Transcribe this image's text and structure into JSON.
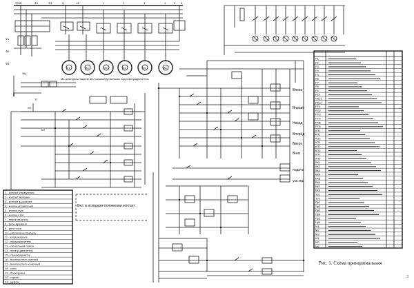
{
  "top_labels": [
    "220В",
    "Ф1",
    "Ф3",
    "Q",
    "1Ф",
    "1",
    "2",
    "3",
    "4",
    "5",
    "6"
  ],
  "motor_labels": [
    "M1",
    "M2",
    "M3",
    "M4",
    "M5",
    "M6"
  ],
  "motor_group_caption": "М1 шпиндель/подъём Ш1/ток/шпиндель/насос ход/электродвигатель",
  "left_chain_labels": [
    "Ф1",
    "Ф2",
    "Ф3",
    "ФЦ",
    "ТТ",
    "КН",
    "КП"
  ],
  "right_side_labels": [
    "Влево",
    "Вправо",
    "Назад",
    "Вперёд",
    "Вверх",
    "Вниз",
    "подача",
    "уск.ход"
  ],
  "block_note": "Вкл. в исходном положении контакт",
  "component_table_rows": [
    "Р1",
    "Р2",
    "Р3",
    "Р4",
    "Р5",
    "Р6",
    "Р7",
    "Р8",
    "Р9",
    "Р10",
    "ПКр1",
    "ПКр2",
    "РП1",
    "РП2",
    "РП3",
    "РП4",
    "РП5",
    "РП6",
    "КП1",
    "КП2",
    "КП3",
    "КП4",
    "КП5",
    "КП6",
    "КП7",
    "КП8",
    "ВК1",
    "ВК2",
    "ВК3",
    "ВК4",
    "ВК5",
    "ВК6",
    "ВК7",
    "ВК8",
    "Тр1",
    "Тр2",
    "Пр1",
    "Пр2",
    "Пр3",
    "Пр4",
    "Пр5",
    "Пр6",
    "М1",
    "М2",
    "М3",
    "М4",
    "М5",
    "М6"
  ],
  "legend_rows": [
    "1 - контакт управления",
    "2 - контакт включен",
    "3 - контакт выключен",
    "4 - кнопка управления",
    "5 - кнопка пуск",
    "6 - кнопка стоп",
    "7 - переключатель",
    "8 - реле времени",
    "9 - реле тока",
    "10 - катушка контактора",
    "11 - катушка реле",
    "12 - предохранитель",
    "13 - сигнальная лампа",
    "14 - электродвигатель",
    "15 - трансформатор",
    "16 - выключатель путевой",
    "17 - выключатель конечный",
    "18 - ключ",
    "19 - блокировка",
    "20 - тормоз",
    "21 - муфта"
  ],
  "caption": "Рис. 1. Схема принципиальная",
  "page_number": "3"
}
